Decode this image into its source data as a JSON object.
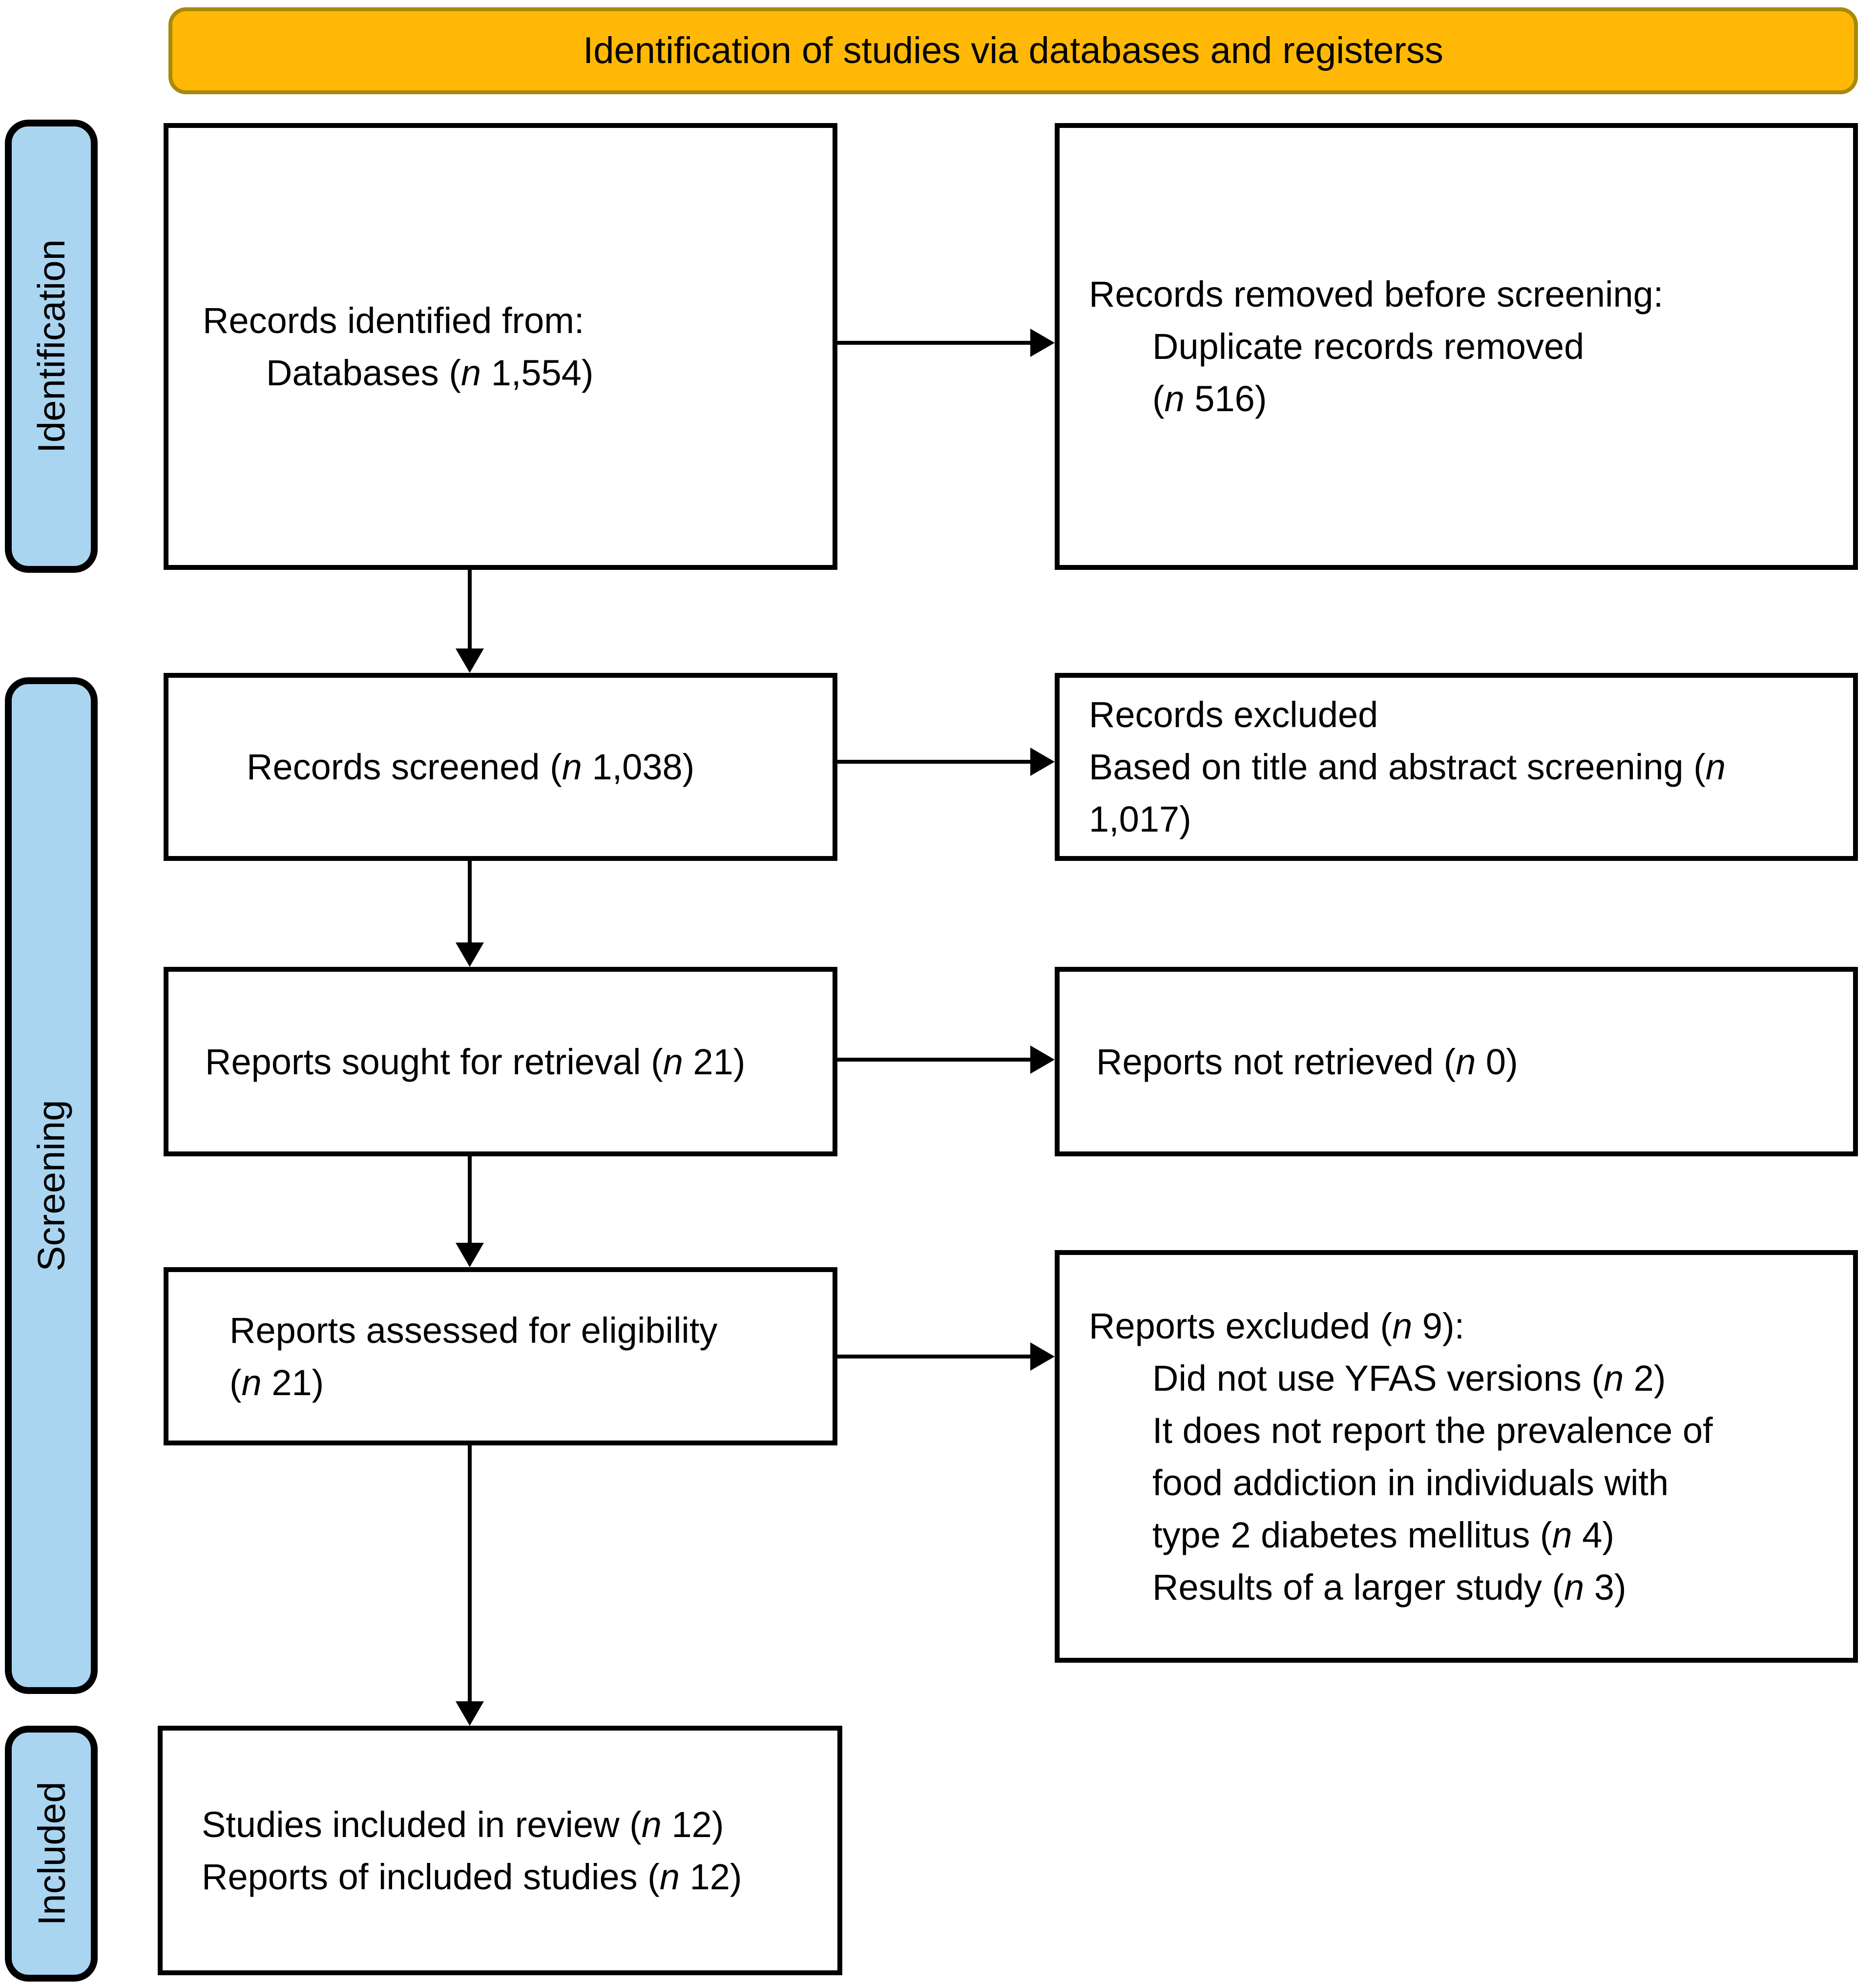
{
  "banner": {
    "title": "Identification of studies via databases and registerss"
  },
  "sidebar": {
    "identification": "Identification",
    "screening": "Screening",
    "included": "Included"
  },
  "boxes": {
    "records_identified": {
      "lines": [
        {
          "indent": false,
          "segments": [
            {
              "text": "Records identified from:"
            }
          ]
        },
        {
          "indent": true,
          "segments": [
            {
              "text": "Databases ("
            },
            {
              "text": "n",
              "italic": true
            },
            {
              "text": " 1,554)"
            }
          ]
        }
      ]
    },
    "records_removed": {
      "lines": [
        {
          "indent": false,
          "segments": [
            {
              "text": "Records removed before screening:"
            }
          ]
        },
        {
          "indent": true,
          "segments": [
            {
              "text": "Duplicate records removed"
            }
          ]
        },
        {
          "indent": true,
          "segments": [
            {
              "text": "("
            },
            {
              "text": "n",
              "italic": true
            },
            {
              "text": " 516)"
            }
          ]
        }
      ]
    },
    "records_screened": {
      "lines": [
        {
          "indent": false,
          "segments": [
            {
              "text": "Records screened ("
            },
            {
              "text": "n",
              "italic": true
            },
            {
              "text": " 1,038)"
            }
          ]
        }
      ]
    },
    "records_excluded": {
      "lines": [
        {
          "indent": false,
          "segments": [
            {
              "text": "Records excluded"
            }
          ]
        },
        {
          "indent": false,
          "segments": [
            {
              "text": "Based on title and abstract screening ("
            },
            {
              "text": "n",
              "italic": true
            }
          ]
        },
        {
          "indent": false,
          "segments": [
            {
              "text": "1,017)"
            }
          ]
        }
      ]
    },
    "reports_sought": {
      "lines": [
        {
          "indent": false,
          "segments": [
            {
              "text": "Reports sought for retrieval ("
            },
            {
              "text": "n",
              "italic": true
            },
            {
              "text": " 21)"
            }
          ]
        }
      ]
    },
    "reports_not_retrieved": {
      "lines": [
        {
          "indent": false,
          "segments": [
            {
              "text": "Reports not retrieved ("
            },
            {
              "text": "n",
              "italic": true
            },
            {
              "text": " 0)"
            }
          ]
        }
      ]
    },
    "reports_assessed": {
      "lines": [
        {
          "indent": false,
          "segments": [
            {
              "text": "Reports assessed for eligibility"
            }
          ]
        },
        {
          "indent": false,
          "segments": [
            {
              "text": "("
            },
            {
              "text": "n",
              "italic": true
            },
            {
              "text": " 21)"
            }
          ]
        }
      ]
    },
    "reports_excluded": {
      "lines": [
        {
          "indent": false,
          "segments": [
            {
              "text": "Reports excluded ("
            },
            {
              "text": "n",
              "italic": true
            },
            {
              "text": " 9):"
            }
          ]
        },
        {
          "indent": true,
          "segments": [
            {
              "text": "Did not use YFAS versions ("
            },
            {
              "text": "n",
              "italic": true
            },
            {
              "text": " 2)"
            }
          ]
        },
        {
          "indent": true,
          "segments": [
            {
              "text": "It does not report the prevalence of"
            }
          ]
        },
        {
          "indent": true,
          "segments": [
            {
              "text": "food addiction in individuals with"
            }
          ]
        },
        {
          "indent": true,
          "segments": [
            {
              "text": "type 2 diabetes mellitus ("
            },
            {
              "text": "n",
              "italic": true
            },
            {
              "text": " 4)"
            }
          ]
        },
        {
          "indent": true,
          "segments": [
            {
              "text": "Results of a larger study ("
            },
            {
              "text": "n",
              "italic": true
            },
            {
              "text": " 3)"
            }
          ]
        }
      ]
    },
    "studies_included": {
      "lines": [
        {
          "indent": false,
          "segments": [
            {
              "text": "Studies included in review ("
            },
            {
              "text": "n",
              "italic": true
            },
            {
              "text": " 12)"
            }
          ]
        },
        {
          "indent": false,
          "segments": [
            {
              "text": "Reports of included studies ("
            },
            {
              "text": "n",
              "italic": true
            },
            {
              "text": " 12)"
            }
          ]
        }
      ]
    }
  },
  "colors": {
    "banner_fill": "#FFB806",
    "banner_border": "#A8890B",
    "stage_fill": "#A9D5F1",
    "box_border": "#000000"
  }
}
